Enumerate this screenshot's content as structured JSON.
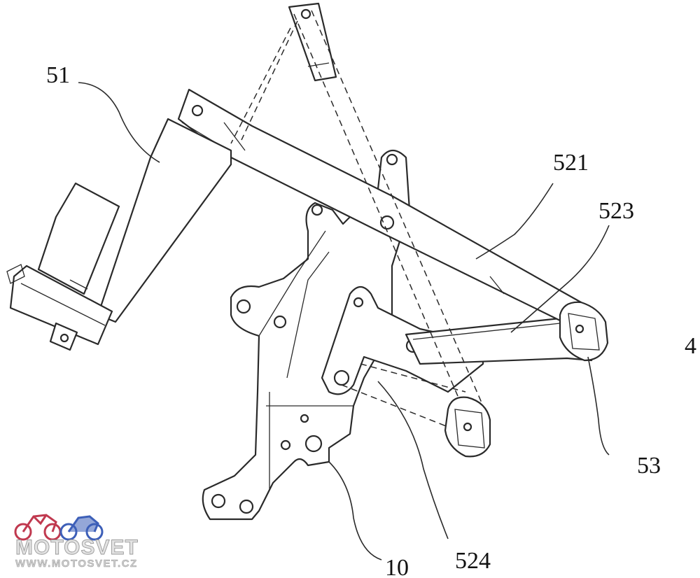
{
  "labels": {
    "l51": "51",
    "l521": "521",
    "l523": "523",
    "l4": "4",
    "l53": "53",
    "l524": "524",
    "l10": "10"
  },
  "watermark": {
    "brand": "MOTOSVET",
    "url": "WWW.MOTOSVET.CZ",
    "colors": {
      "moto_red": "#c0394f",
      "moto_blue": "#3d5fb8"
    }
  }
}
